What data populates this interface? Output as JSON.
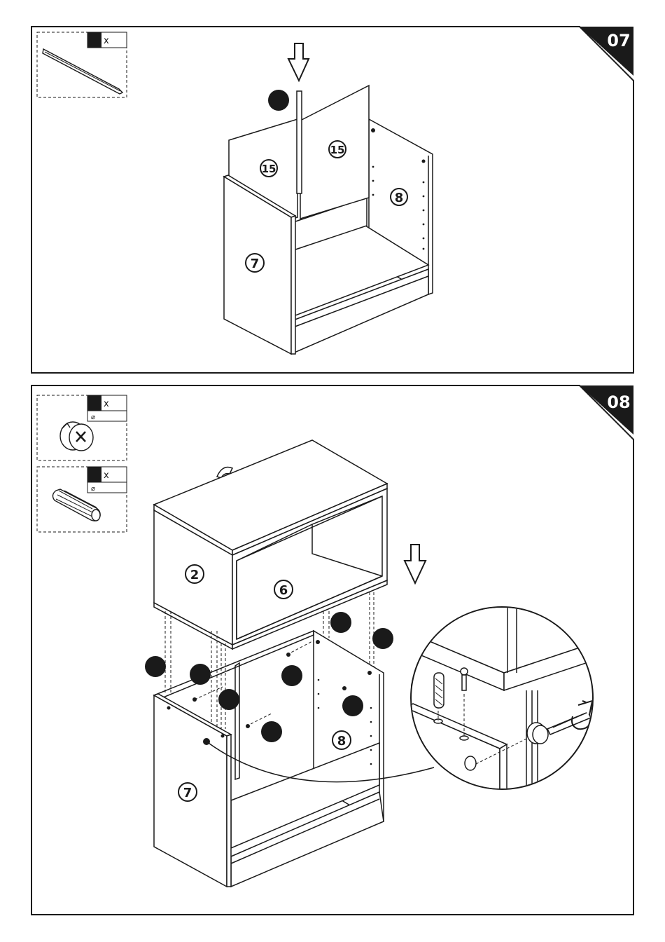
{
  "steps": [
    {
      "number": "07",
      "parts_box": [
        {
          "qty_label": "x"
        }
      ],
      "part_labels": {
        "side_left": "7",
        "back_right": "8",
        "back_panel_a": "15",
        "back_panel_b": "15"
      }
    },
    {
      "number": "08",
      "parts_box": [
        {
          "qty_label": "x",
          "size_label": "⌀"
        },
        {
          "qty_label": "x",
          "size_label": "⌀"
        }
      ],
      "part_labels": {
        "top_left": "2",
        "top_shelf": "6",
        "lower_left": "7",
        "lower_right": "8"
      }
    }
  ],
  "colors": {
    "line": "#1a1a1a",
    "fill": "#ffffff",
    "badge": "#1a1a1a",
    "badge_text": "#ffffff"
  },
  "icons": [
    "down-arrow-icon",
    "rail-strip-icon",
    "cam-lock-icon",
    "wooden-dowel-icon",
    "rotate-arrow-icon"
  ]
}
